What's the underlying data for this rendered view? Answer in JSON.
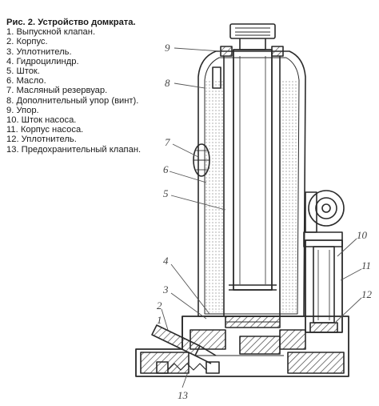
{
  "caption": {
    "title": "Рис. 2. Устройство домкрата.",
    "items": [
      "1. Выпускной клапан.",
      "2. Корпус.",
      "3. Уплотнитель.",
      "4. Гидроцилиндр.",
      "5. Шток.",
      "6. Масло.",
      "7. Масляный резервуар.",
      "8. Дополнительный упор (винт).",
      "9. Упор.",
      "10. Шток насоса.",
      "11. Корпус насоса.",
      "12. Уплотнитель.",
      "13. Предохранительный клапан."
    ]
  },
  "callouts": [
    "9",
    "8",
    "7",
    "6",
    "5",
    "4",
    "3",
    "2",
    "1",
    "13",
    "10",
    "11",
    "12"
  ],
  "colors": {
    "ink": "#2a2a2a",
    "hatch": "#555555",
    "oil": "#cfcfcf",
    "paper": "#ffffff"
  }
}
